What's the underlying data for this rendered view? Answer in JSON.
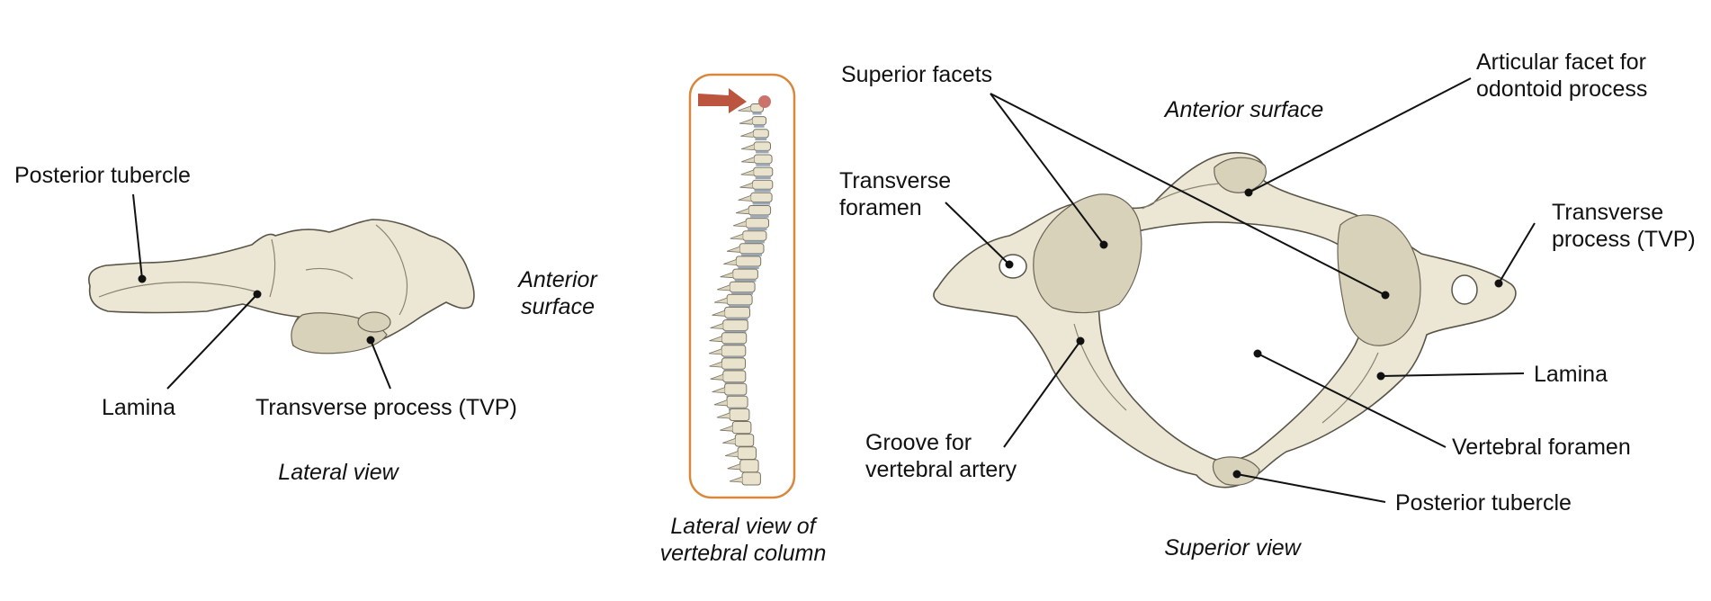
{
  "lateral_view": {
    "caption": "Lateral view",
    "labels": {
      "posterior_tubercle": "Posterior tubercle",
      "lamina": "Lamina",
      "transverse_process": "Transverse process (TVP)",
      "anterior_surface_line1": "Anterior",
      "anterior_surface_line2": "surface"
    }
  },
  "column_view": {
    "caption_line1": "Lateral view of",
    "caption_line2": "vertebral column",
    "frame_color": "#d9873b",
    "arrow_color": "#b5432a"
  },
  "superior_view": {
    "caption": "Superior view",
    "labels": {
      "superior_facets": "Superior facets",
      "anterior_surface": "Anterior surface",
      "articular_facet_line1": "Articular facet for",
      "articular_facet_line2": "odontoid process",
      "transverse_foramen_line1": "Transverse",
      "transverse_foramen_line2": "foramen",
      "transverse_process_line1": "Transverse",
      "transverse_process_line2": "process (TVP)",
      "lamina": "Lamina",
      "vertebral_foramen": "Vertebral foramen",
      "groove_line1": "Groove for",
      "groove_line2": "vertebral artery",
      "posterior_tubercle": "Posterior tubercle"
    }
  },
  "colors": {
    "bone_fill": "#ece7d4",
    "bone_outline": "#5a5448",
    "text": "#111111"
  }
}
